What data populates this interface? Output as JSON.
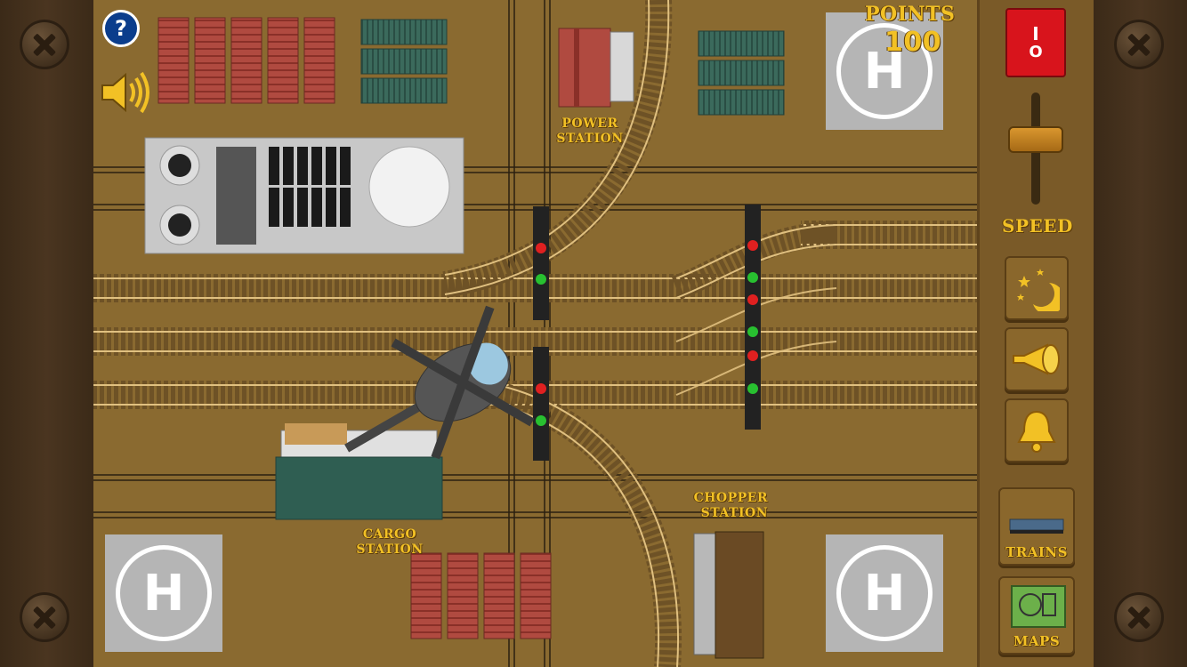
{
  "hud": {
    "points_label": "POINTS",
    "points_value": "100",
    "speed_label": "SPEED",
    "help_glyph": "?",
    "power_switch_glyph_top": "I",
    "power_switch_glyph_bottom": "O"
  },
  "map_labels": {
    "power_station": "POWER\nSTATION",
    "cargo_station": "CARGO STATION",
    "chopper_station": "CHOPPER\nSTATION",
    "helipad_letter": "H"
  },
  "panel": {
    "trains_label": "TRAINS",
    "maps_label": "MAPS"
  },
  "icons": {
    "help": "help-icon",
    "sound": "speaker-icon",
    "night": "moon-stars-icon",
    "horn": "horn-icon",
    "bell": "bell-icon",
    "power": "power-switch-icon"
  },
  "colors": {
    "board": "#8a6a30",
    "panel": "#7a5a28",
    "label_yellow": "#f2c125",
    "helipad": "#b5b5b5",
    "switch_red": "#d8141c"
  }
}
